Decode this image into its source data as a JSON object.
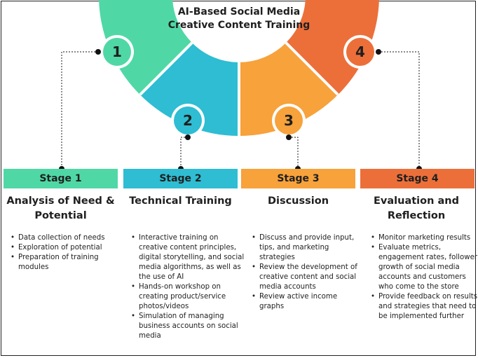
{
  "title": "AI-Based Social Media Creative Content Training",
  "colors": {
    "stage1": "#4fd8a6",
    "stage2": "#2ebdd2",
    "stage3": "#f7a23b",
    "stage4": "#ec6f3a"
  },
  "stages": [
    {
      "number": "1",
      "label": "Stage 1",
      "title": "Analysis of Need & Potential",
      "items": [
        "Data collection of needs",
        "Exploration of potential",
        "Preparation of training modules"
      ]
    },
    {
      "number": "2",
      "label": "Stage 2",
      "title": "Technical Training",
      "items": [
        "Interactive training on creative content principles, digital storytelling, and social media algorithms, as well as the use of AI",
        "Hands-on workshop on creating product/service photos/videos",
        "Simulation of managing business accounts on social media"
      ]
    },
    {
      "number": "3",
      "label": "Stage 3",
      "title": "Discussion",
      "items": [
        "Discuss and provide input, tips, and marketing strategies",
        "Review the development of creative content and social media accounts",
        "Review active income graphs"
      ]
    },
    {
      "number": "4",
      "label": "Stage 4",
      "title": "Evaluation and Reflection",
      "items": [
        "Monitor marketing results",
        "Evaluate metrics, engagement rates, follower growth of social media accounts and customers who come to the store",
        "Provide feedback on results and strategies that need to be implemented further"
      ]
    }
  ]
}
